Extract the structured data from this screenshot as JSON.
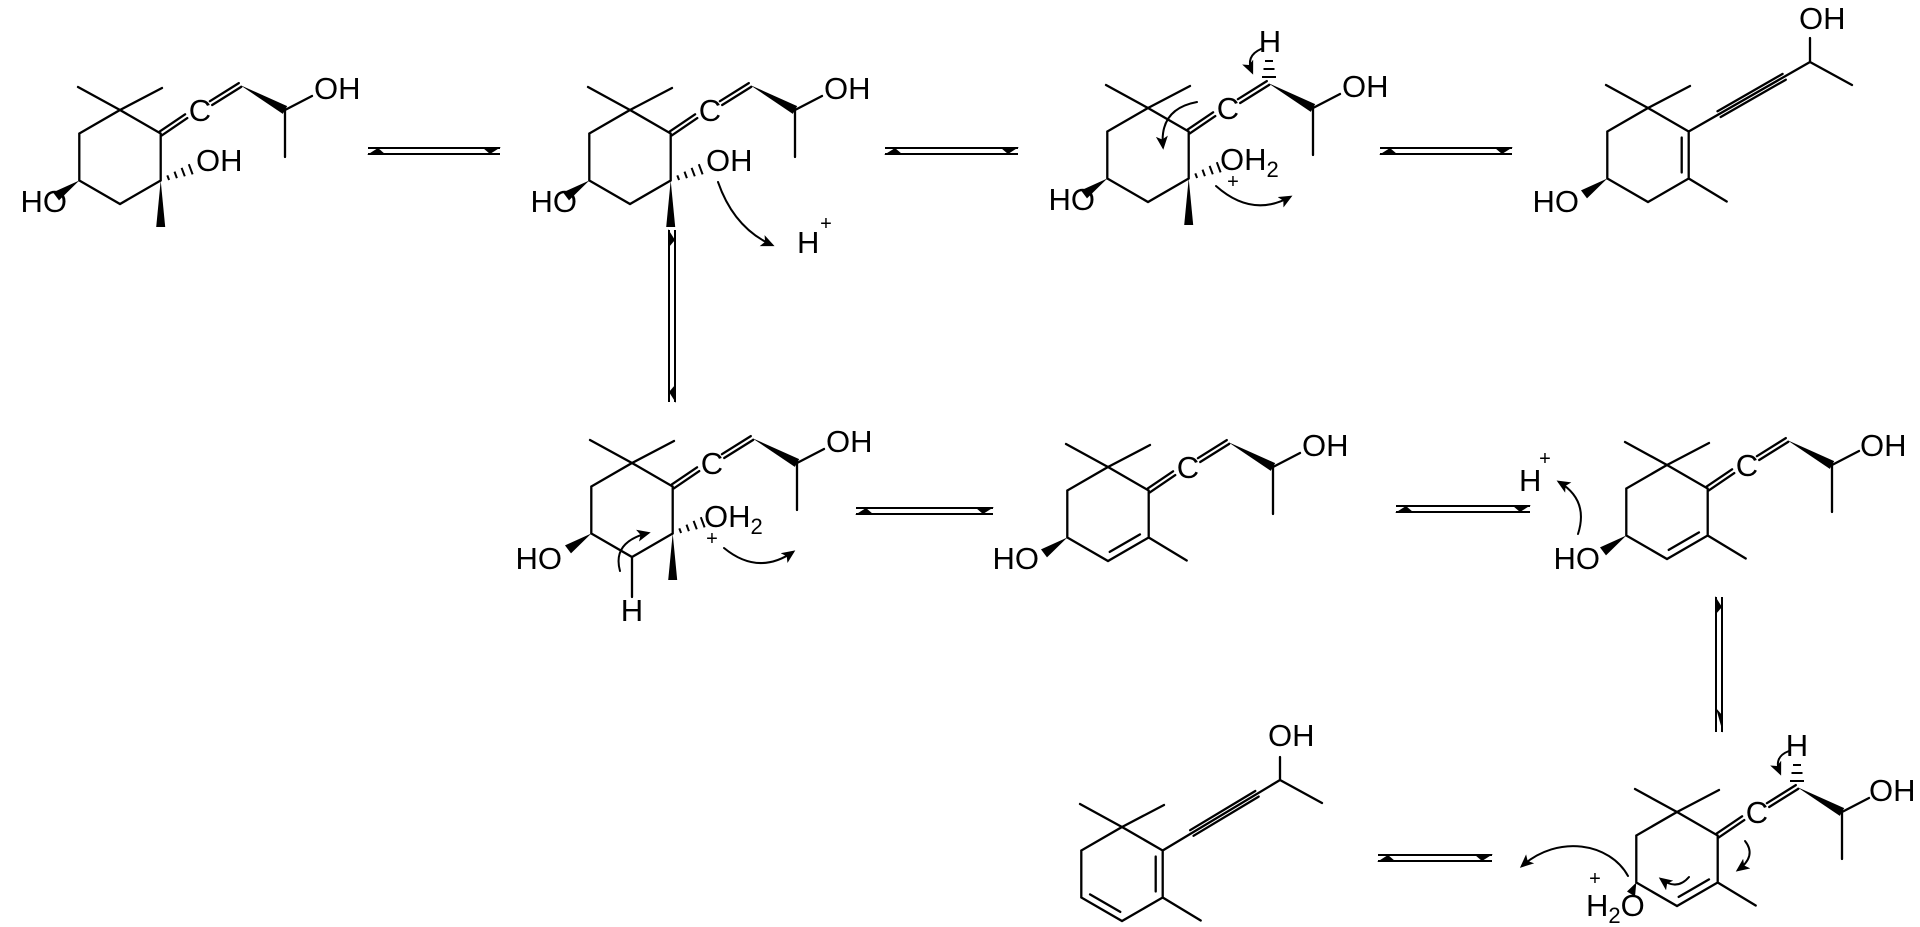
{
  "diagram": {
    "kind": "chemical-reaction-mechanism",
    "description": "Acid-catalyzed equilibria interconverting an allenic cyclohexane triol with cyclohexene/cyclohexadiene alkynol products via protonated oxonium intermediates",
    "background_color": "#ffffff",
    "ink_color": "#000000",
    "structure_count": 9
  },
  "structures": [
    {
      "id": "structure-1",
      "description": "allenic triol",
      "labels": {
        "ho_ring": "HO",
        "oh_ring": "OH",
        "allene_c": "C",
        "oh_chain": "OH"
      }
    },
    {
      "id": "structure-2",
      "description": "allenic triol with proton approaching tertiary OH",
      "labels": {
        "ho_ring": "HO",
        "oh_ring": "OH",
        "allene_c": "C",
        "oh_chain": "OH",
        "h_plus": "H",
        "h_plus_charge": "+"
      }
    },
    {
      "id": "structure-3",
      "description": "oxonium intermediate eliminating via allene C-H",
      "labels": {
        "ho_ring": "HO",
        "oxonium_oh": "OH",
        "oxonium_sub": "2",
        "oxonium_charge": "+",
        "allene_c": "C",
        "allene_h": "H",
        "oh_chain": "OH"
      }
    },
    {
      "id": "structure-4",
      "description": "cyclohexene alkynol",
      "labels": {
        "ho_ring": "HO",
        "oh_chain": "OH"
      }
    },
    {
      "id": "structure-5",
      "description": "oxonium intermediate eliminating via ring C-H",
      "labels": {
        "ho_ring": "HO",
        "oxonium_oh": "OH",
        "oxonium_sub": "2",
        "oxonium_charge": "+",
        "allene_c": "C",
        "ring_h": "H",
        "oh_chain": "OH"
      }
    },
    {
      "id": "structure-6",
      "description": "cyclohexene allenic diol",
      "labels": {
        "ho_ring": "HO",
        "allene_c": "C",
        "oh_chain": "OH"
      }
    },
    {
      "id": "structure-7",
      "description": "cyclohexene allenic diol losing proton label",
      "labels": {
        "ho_ring": "HO",
        "allene_c": "C",
        "oh_chain": "OH",
        "h_plus": "H",
        "h_plus_charge": "+"
      }
    },
    {
      "id": "structure-8",
      "description": "cyclohexadiene alkynol",
      "labels": {
        "oh_chain": "OH"
      }
    },
    {
      "id": "structure-9",
      "description": "allylic oxonium losing water",
      "labels": {
        "h2o_h": "H",
        "h2o_sub": "2",
        "h2o_o": "O",
        "h2o_charge": "+",
        "allene_c": "C",
        "allene_h": "H",
        "oh_chain": "OH"
      }
    }
  ],
  "arrows": {
    "equilibrium": [
      {
        "id": "eq-1",
        "between": [
          "structure-1",
          "structure-2"
        ],
        "orientation": "horizontal"
      },
      {
        "id": "eq-2",
        "between": [
          "structure-2",
          "structure-3"
        ],
        "orientation": "horizontal"
      },
      {
        "id": "eq-3",
        "between": [
          "structure-3",
          "structure-4"
        ],
        "orientation": "horizontal"
      },
      {
        "id": "eq-4",
        "between": [
          "structure-2",
          "structure-5"
        ],
        "orientation": "vertical"
      },
      {
        "id": "eq-5",
        "between": [
          "structure-5",
          "structure-6"
        ],
        "orientation": "horizontal"
      },
      {
        "id": "eq-6",
        "between": [
          "structure-6",
          "structure-7"
        ],
        "orientation": "horizontal"
      },
      {
        "id": "eq-7",
        "between": [
          "structure-7",
          "structure-9"
        ],
        "orientation": "vertical"
      },
      {
        "id": "eq-8",
        "between": [
          "structure-8",
          "structure-9"
        ],
        "orientation": "horizontal"
      }
    ],
    "curved": [
      {
        "id": "curved-1",
        "structure": "structure-2",
        "meaning": "hydroxyl oxygen to incoming proton"
      },
      {
        "id": "curved-2",
        "structure": "structure-3",
        "meaning": "allene C-H bond shifts"
      },
      {
        "id": "curved-3",
        "structure": "structure-3",
        "meaning": "allene pi bond shifts into ring"
      },
      {
        "id": "curved-4",
        "structure": "structure-3",
        "meaning": "C-OH2+ bond breaks, water leaves"
      },
      {
        "id": "curved-5",
        "structure": "structure-5",
        "meaning": "ring C-H bond forms alkene"
      },
      {
        "id": "curved-6",
        "structure": "structure-5",
        "meaning": "C-OH2+ bond breaks, water leaves"
      },
      {
        "id": "curved-7",
        "structure": "structure-7",
        "meaning": "hydroxyl oxygen picks up proton"
      },
      {
        "id": "curved-8",
        "structure": "structure-9",
        "meaning": "allene C-H bond shifts"
      },
      {
        "id": "curved-9",
        "structure": "structure-9",
        "meaning": "allene pi bond shifts into ring"
      },
      {
        "id": "curved-10",
        "structure": "structure-9",
        "meaning": "ring pi bond shifts"
      },
      {
        "id": "curved-11",
        "structure": "structure-9",
        "meaning": "C-OH2+ bond breaks, water leaves"
      }
    ]
  }
}
